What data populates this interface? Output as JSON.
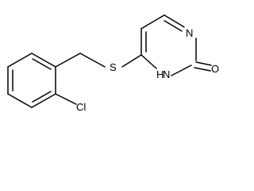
{
  "molecule": {
    "atoms": {
      "sulfur": "S",
      "ring_nitrogen_top": "N",
      "ring_nitrogen_h": "N",
      "hydrogen_on_n": "H",
      "carbonyl_oxygen": "O",
      "chlorine": "Cl"
    },
    "colors": {
      "bond": "#000000",
      "label": "#000000",
      "background": "#ffffff"
    }
  }
}
